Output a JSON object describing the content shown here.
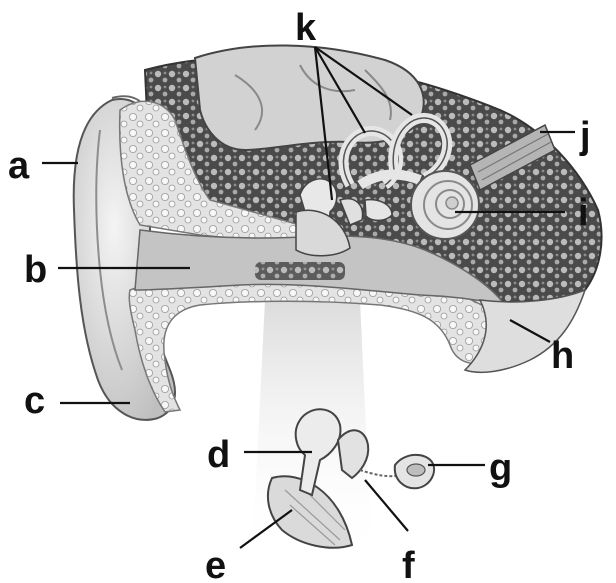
{
  "labels": {
    "a": "a",
    "b": "b",
    "c": "c",
    "d": "d",
    "e": "e",
    "f": "f",
    "g": "g",
    "h": "h",
    "i": "i",
    "j": "j",
    "k": "k"
  },
  "colors": {
    "bone_dark": "#3a3a3a",
    "bone_light": "#dcdcdc",
    "skin": "#e6e6e6",
    "canal": "#bdbdbd",
    "brain": "#d6d6d6",
    "outline": "#555555",
    "label": "#111111"
  }
}
